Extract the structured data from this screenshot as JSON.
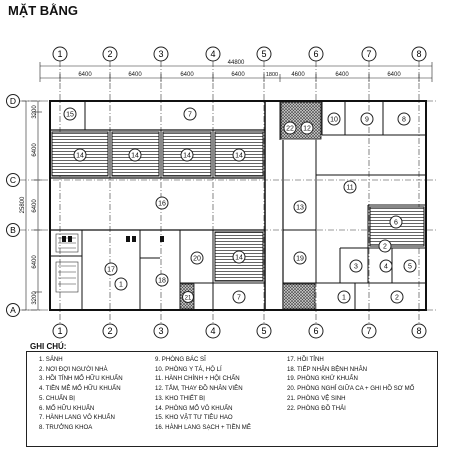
{
  "title": "MẶT BẰNG",
  "grid": {
    "columns": [
      "1",
      "2",
      "3",
      "4",
      "5",
      "6",
      "7",
      "8"
    ],
    "rows": [
      "D",
      "C",
      "B",
      "A"
    ]
  },
  "dimensions": {
    "overall_width": "44800",
    "spans": [
      "6400",
      "6400",
      "6400",
      "6400",
      "1800",
      "4600",
      "6400",
      "6400"
    ],
    "overall_depth": "25800",
    "row_spans": [
      "3200",
      "6400",
      "6400",
      "6400",
      "3200"
    ]
  },
  "room_tags": {
    "r15": "15",
    "r7a": "7",
    "r22a": "22",
    "r12": "12",
    "r10": "10",
    "r9": "9",
    "r8": "8",
    "r14a": "14",
    "r14b": "14",
    "r14c": "14",
    "r14d": "14",
    "r16": "16",
    "r11": "11",
    "r13": "13",
    "r6": "6",
    "r17": "17",
    "r1a": "1",
    "r20": "20",
    "r14e": "14",
    "r19": "19",
    "r3": "3",
    "r4": "4",
    "r5": "5",
    "r2a": "2",
    "r2b": "2",
    "r21": "21",
    "r7b": "7",
    "r1b": "1",
    "r18": "18"
  },
  "legend": {
    "heading": "GHI CHÚ:",
    "col1": [
      "1. SẢNH",
      "2. NƠI ĐỢI NGƯỜI NHÀ",
      "3. HỒI TỈNH MỔ HỮU KHUẨN",
      "4. TIỀN MÊ MỔ HỮU KHUẨN",
      "5. CHUẨN BỊ",
      "6. MỔ HỮU KHUẨN",
      "7. HÀNH LANG VÔ KHUẨN",
      "8. TRƯỞNG KHOA"
    ],
    "col2": [
      "9. PHÒNG BÁC SĨ",
      "10. PHÒNG Y TÁ, HỘ LÍ",
      "11. HÀNH CHÍNH + HỘI CHẨN",
      "12. TẮM, THAY ĐỒ NHÂN VIÊN",
      "13. KHO THIẾT BỊ",
      "14. PHÒNG MỔ VÔ KHUẨN",
      "15. KHO VẬT TƯ TIÊU HAO",
      "16. HÀNH LANG SẠCH + TIỀN MÊ"
    ],
    "col3": [
      "17. HỒI TỈNH",
      "18. TIẾP NHẬN BỆNH NHÂN",
      "19. PHÒNG KHỬ KHUẨN",
      "20. PHÒNG NGHỈ GIỮA CA + GHI HỒ SƠ MỔ",
      "21. PHÒNG VỆ SINH",
      "22. PHÒNG ĐỒ THẢI"
    ]
  }
}
